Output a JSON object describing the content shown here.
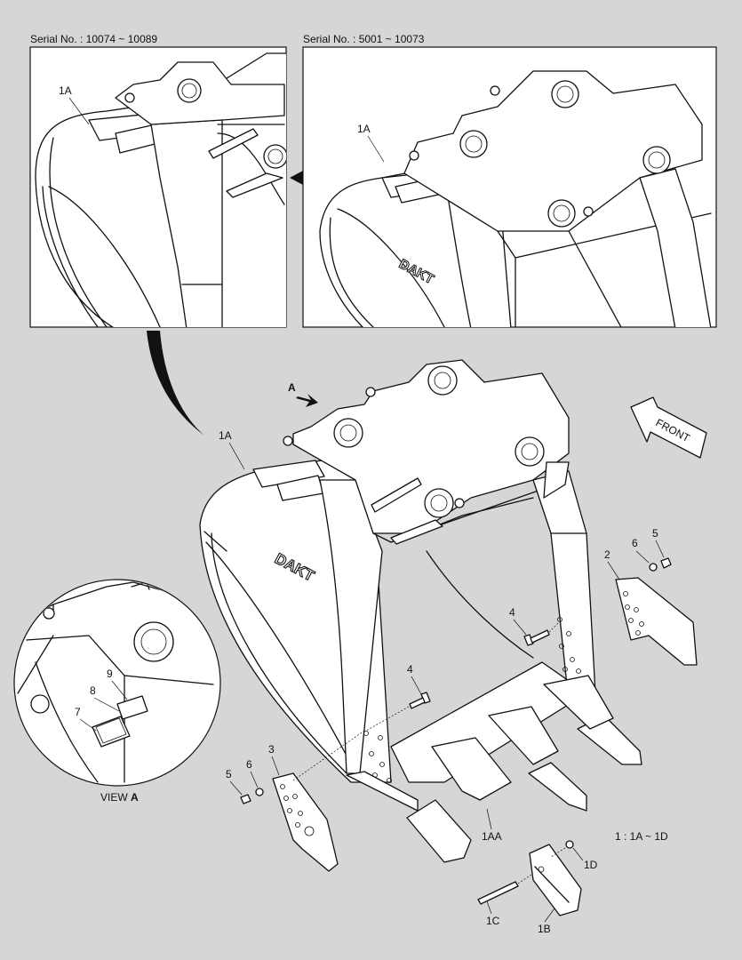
{
  "panels": {
    "left_header": "Serial No. : 10074 ~ 10089",
    "right_header": "Serial No. : 5001 ~ 10073"
  },
  "brand_mark": "DAKT",
  "view_label": {
    "prefix": "VIEW ",
    "letter": "A"
  },
  "front_label": "FRONT",
  "direction_label": "A",
  "legend": "1 : 1A ~ 1D",
  "callouts": {
    "c_1a_left": "1A",
    "c_1a_right": "1A",
    "c_1a_main": "1A",
    "c_2": "2",
    "c_3": "3",
    "c_4a": "4",
    "c_4b": "4",
    "c_5a": "5",
    "c_5b": "5",
    "c_6a": "6",
    "c_6b": "6",
    "c_7": "7",
    "c_8": "8",
    "c_9": "9",
    "c_1aa": "1AA",
    "c_1b": "1B",
    "c_1c": "1C",
    "c_1d": "1D"
  },
  "colors": {
    "background": "#d6d6d6",
    "paper": "#ffffff",
    "ink": "#111111"
  }
}
